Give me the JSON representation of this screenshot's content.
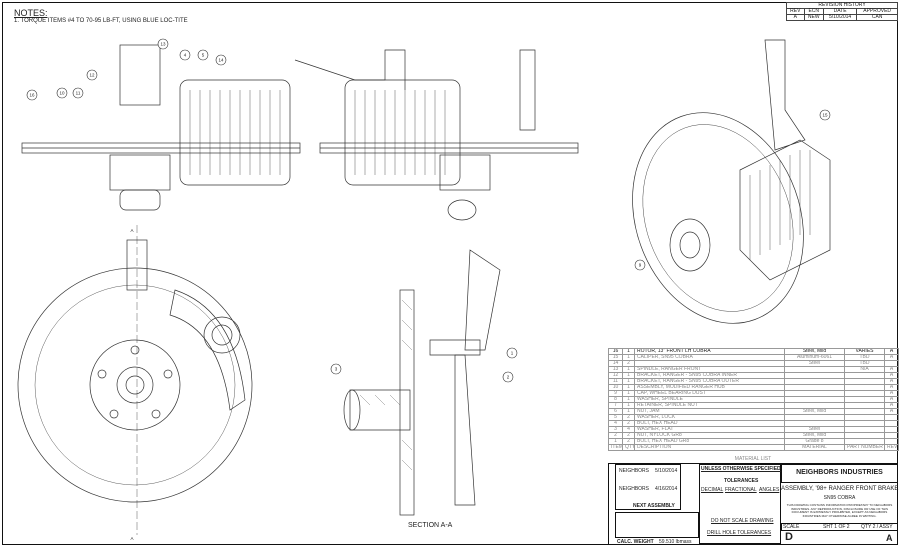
{
  "notes": {
    "title": "NOTES:",
    "items": [
      "1. TORQUE ITEMS #4 TO 70-95 LB-FT, USING BLUE LOC-TITE"
    ]
  },
  "revision": {
    "title": "REVISION HISTORY",
    "headers": [
      "REV",
      "ECN",
      "DATE",
      "APPROVED"
    ],
    "row": [
      "A",
      "NEW",
      "5/10/2014",
      "CAN"
    ]
  },
  "views": {
    "section_label": "SECTION A-A",
    "section_marker": "A",
    "balloons": [
      "13",
      "4",
      "5",
      "14",
      "12",
      "11",
      "10",
      "16",
      "15",
      "9",
      "1",
      "2",
      "3"
    ]
  },
  "bom": {
    "title": "MATERIAL LIST",
    "headers": [
      "ITEM",
      "QTY",
      "DESCRIPTION",
      "MATERIAL",
      "PART NUMBER",
      "REV"
    ],
    "rows": [
      [
        "16",
        "1",
        "ROTOR, 13\" FRONT LH COBRA",
        "Steel, Mild",
        "VARIES",
        "A"
      ],
      [
        "15",
        "1",
        "CALIPER, SN95 COBRA",
        "Aluminum-6061",
        "TBD",
        "A"
      ],
      [
        "14",
        "2",
        "",
        "Steel",
        "TBD",
        ""
      ],
      [
        "13",
        "1",
        "SPINDLE, RANGER FRONT",
        "",
        "N/A",
        "A"
      ],
      [
        "12",
        "1",
        "BRACKET, RANGER - SN95 COBRA INNER",
        "",
        "",
        "A"
      ],
      [
        "11",
        "1",
        "BRACKET, RANGER - SN95 COBRA OUTER",
        "",
        "",
        "A"
      ],
      [
        "10",
        "1",
        "ASSEMBLY, MODIFIED RANGER HUB",
        "",
        "",
        "A"
      ],
      [
        "9",
        "1",
        "CAP, WHEEL BEARING DUST",
        "",
        "",
        "A"
      ],
      [
        "8",
        "1",
        "WASHER, SPINDLE",
        "",
        "",
        "A"
      ],
      [
        "7",
        "1",
        "RETAINER, SPINDLE NUT",
        "",
        "",
        "A"
      ],
      [
        "6",
        "1",
        "NUT, JAM",
        "Steel, Mild",
        "",
        "A"
      ],
      [
        "5",
        "2",
        "WASHER, LOCK",
        "",
        "",
        ""
      ],
      [
        "4",
        "2",
        "BOLT, HEX HEAD",
        "",
        "",
        ""
      ],
      [
        "3",
        "4",
        "WASHER, FLAT",
        "Steel",
        "",
        ""
      ],
      [
        "2",
        "2",
        "NUT, NYLOCK GR8",
        "Steel, Mild",
        "",
        ""
      ],
      [
        "1",
        "2",
        "BOLT, HEX HEAD GR8",
        "Grade 8",
        "",
        ""
      ]
    ]
  },
  "title_block": {
    "drawn_by": "NEIGHBORS",
    "drawn_date": "5/10/2014",
    "checked_by": "NEIGHBORS",
    "checked_date": "4/16/2014",
    "next_assembly": "NEXT ASSEMBLY",
    "calc_weight_label": "CALC. WEIGHT",
    "calc_weight": "59.510 lbmass",
    "unless": "UNLESS OTHERWISE SPECIFIED",
    "tolerances": "TOLERANCES",
    "decimal": "DECIMAL",
    "fractional": "FRACTIONAL",
    "angles": "ANGLES",
    "no_scale": "DO NOT SCALE DRAWING",
    "drill": "DRILL HOLE TOLERANCES",
    "company": "NEIGHBORS INDUSTRIES",
    "title": "ASSEMBLY, '98+ RANGER FRONT BRAKE",
    "subtitle": "SN95 COBRA",
    "proprietary": "THIS DRAWING CONTAINS INFORMATION PROPRIETARY TO NEIGHBORS INDUSTRIES. ANY REPRODUCTION, DISCLOSURE OR USE OF THIS DOCUMENT IS EXPRESSLY PROHIBITED, EXCEPT AS NEIGHBORS INDUSTRIES MAY OTHERWISE AGREE IN WRITING.",
    "scale": "SCALE",
    "sheet": "SHT 1 OF 2",
    "qty": "QTY 2 / ASSY",
    "size": "D",
    "rev": "A"
  }
}
